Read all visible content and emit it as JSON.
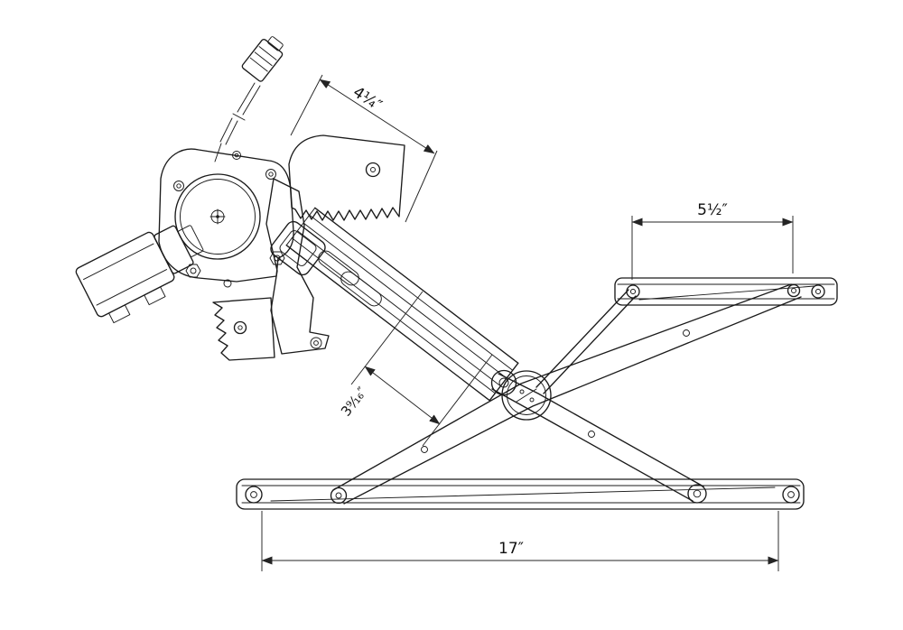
{
  "page": {
    "background": "#ffffff",
    "line_color": "#1b1b1b"
  },
  "dimensions": {
    "upper_diagonal": "4¼″",
    "upper_rail": "5½″",
    "rail_offset": "3⁹⁄₁₆″",
    "lower_rail": "17″"
  }
}
